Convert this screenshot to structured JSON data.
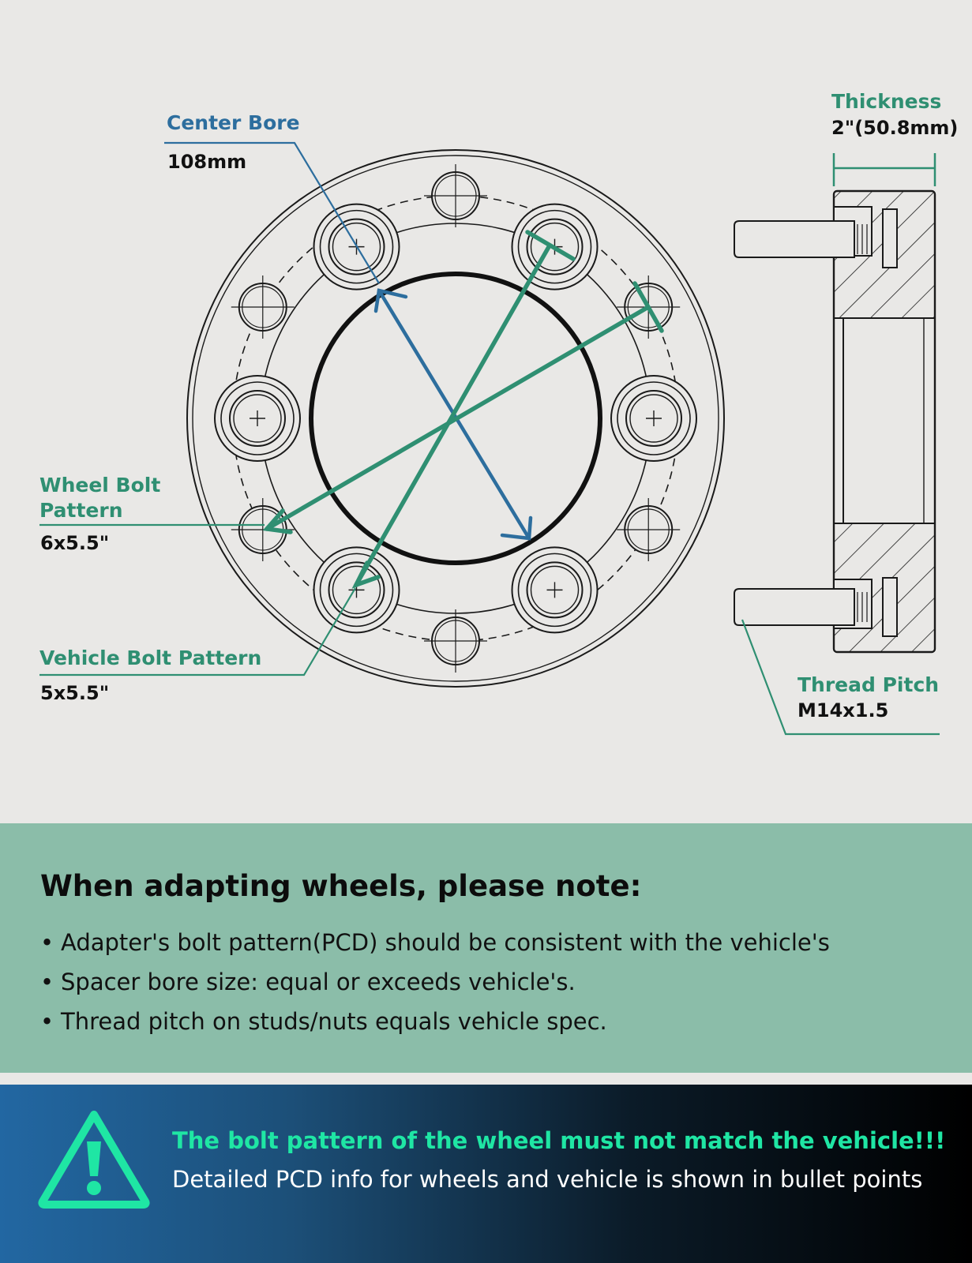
{
  "diagram": {
    "center_bore": {
      "label": "Center Bore",
      "value": "108mm"
    },
    "wheel_bolt_pattern": {
      "label_line1": "Wheel Bolt",
      "label_line2": "Pattern",
      "value": "6x5.5\""
    },
    "vehicle_bolt_pattern": {
      "label": "Vehicle Bolt Pattern",
      "value": "5x5.5\""
    },
    "thickness": {
      "label": "Thickness",
      "value": "2\"(50.8mm)"
    },
    "thread_pitch": {
      "label": "Thread Pitch",
      "value": "M14x1.5"
    },
    "colors": {
      "blue": "#2d6e9e",
      "green": "#2f8f72",
      "line": "#1a1a1a"
    }
  },
  "notes": {
    "title": "When adapting wheels, please note:",
    "bullet": "•",
    "items": [
      "Adapter's bolt pattern(PCD) should be consistent with the vehicle's",
      "Spacer bore size: equal or exceeds vehicle's.",
      "Thread pitch on studs/nuts equals vehicle spec."
    ],
    "background": "#8bbda9"
  },
  "warning": {
    "icon": "warning-triangle-icon",
    "title": "The bolt pattern of the wheel must not match the vehicle!!!",
    "text": "Detailed PCD info for wheels and vehicle is shown in bullet points",
    "accent": "#1fe6a4"
  }
}
